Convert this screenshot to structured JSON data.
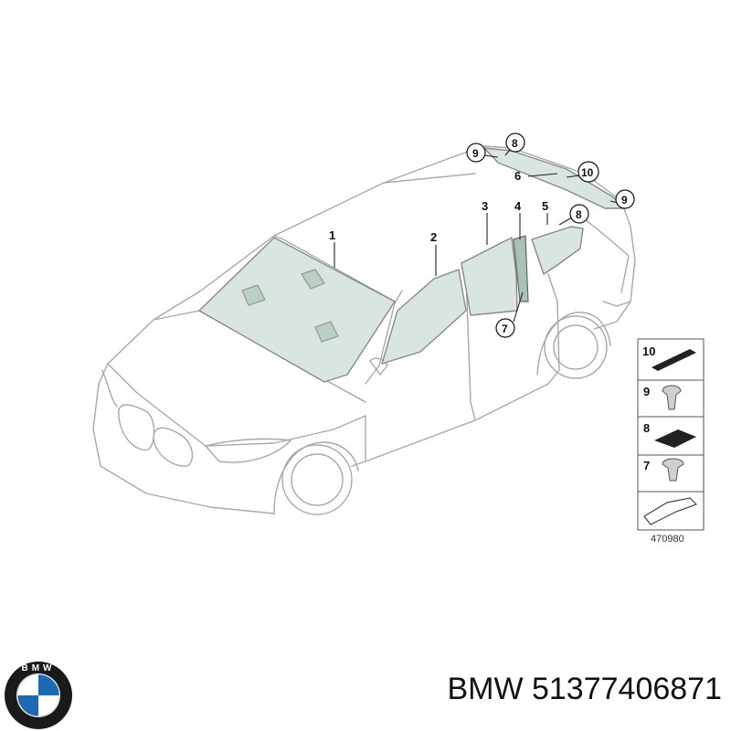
{
  "brand": "BMW",
  "part_number": "51377406871",
  "logo": {
    "ring_text": "BMW",
    "colors": {
      "ring": "#1a1a1a",
      "blue": "#1c69b4",
      "white": "#ffffff"
    }
  },
  "callouts": {
    "windshield": "1",
    "front_door_glass": "2",
    "rear_door_glass": "3",
    "rear_channel": "4",
    "quarter_glass": "5",
    "rear_window": "6",
    "clip_left": "7",
    "pad_top": "8",
    "pad_right": "8",
    "clip_top": "9",
    "clip_right": "9",
    "seal_top": "10"
  },
  "legend": [
    {
      "number": "10",
      "item": "pad-strip"
    },
    {
      "number": "9",
      "item": "clip"
    },
    {
      "number": "8",
      "item": "pad"
    },
    {
      "number": "7",
      "item": "clip"
    }
  ],
  "reference_number": "470980",
  "colors": {
    "glass": "#d8e6df",
    "outline": "#a8a8a8",
    "text": "#111111"
  }
}
